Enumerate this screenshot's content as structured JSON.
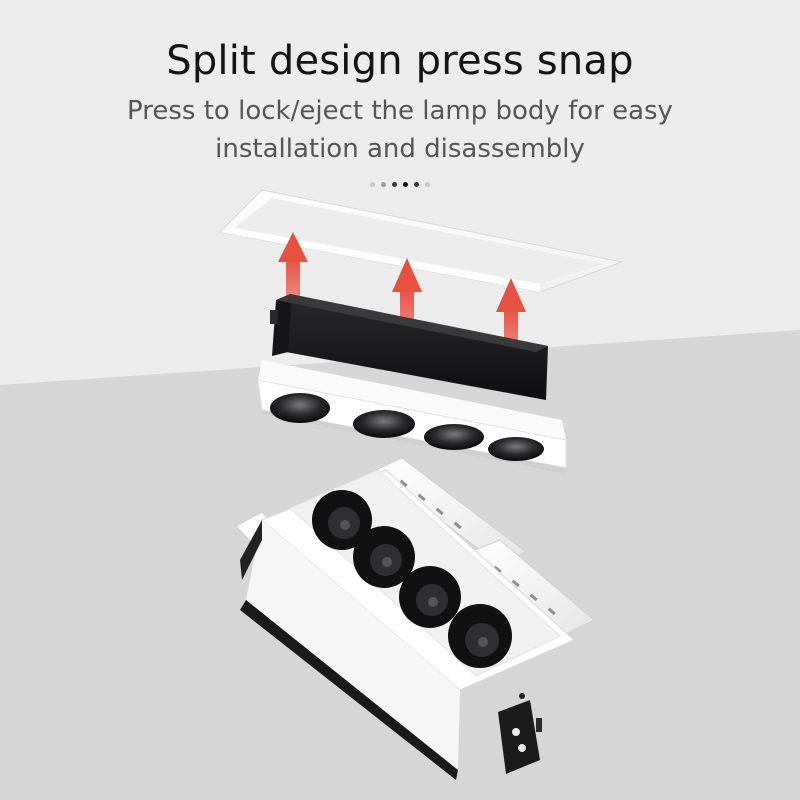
{
  "headline": "Split design press snap",
  "subtitle_line1": "Press to lock/eject the lamp body for easy",
  "subtitle_line2": "installation and disassembly",
  "dots": [
    {
      "color": "#c8c8c8"
    },
    {
      "color": "#9a9a9a"
    },
    {
      "color": "#3a3a3a"
    },
    {
      "color": "#111111"
    },
    {
      "color": "#3a3a3a"
    },
    {
      "color": "#c8c8c8"
    }
  ],
  "colors": {
    "arrow": "#e8604f",
    "housing": "#1c1c1e",
    "frame": "#ffffff"
  },
  "icons": [
    "up-arrow-icon",
    "lamp-module-icon",
    "mounting-frame-icon"
  ]
}
